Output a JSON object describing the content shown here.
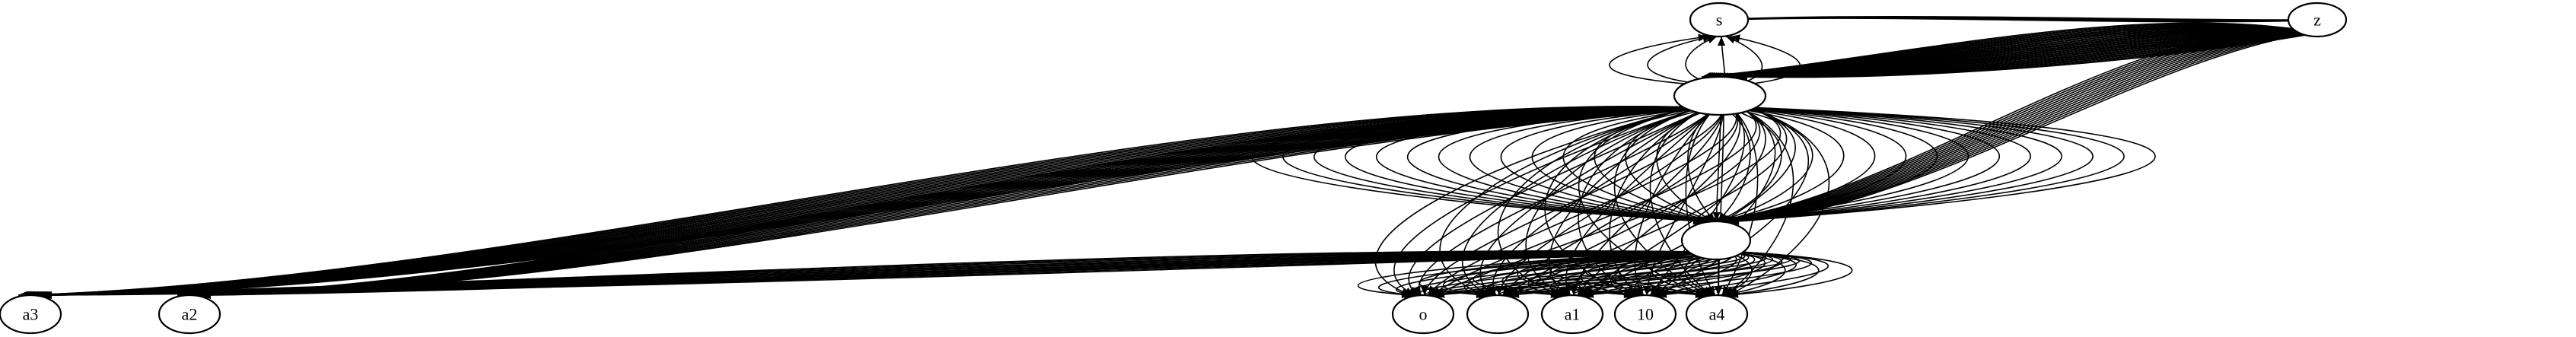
{
  "diagram": {
    "kind": "directed-graph",
    "nodes": [
      {
        "id": "s",
        "label": "s"
      },
      {
        "id": "z",
        "label": "z"
      },
      {
        "id": "hub1",
        "label": ""
      },
      {
        "id": "hub2",
        "label": ""
      },
      {
        "id": "a3",
        "label": "a3"
      },
      {
        "id": "a2",
        "label": "a2"
      },
      {
        "id": "o",
        "label": "o"
      },
      {
        "id": "blank",
        "label": ""
      },
      {
        "id": "a1",
        "label": "a1"
      },
      {
        "id": "10",
        "label": "10"
      },
      {
        "id": "a4",
        "label": "a4"
      }
    ],
    "edge_groups": [
      {
        "from": "z",
        "to": "s",
        "count": 4
      },
      {
        "from": "z",
        "to": "hub1",
        "count": 30
      },
      {
        "from": "hub1",
        "to": "s",
        "count": 6
      },
      {
        "from": "hub1",
        "to": "a3",
        "count": 20
      },
      {
        "from": "hub1",
        "to": "a2",
        "count": 14
      },
      {
        "from": "hub1",
        "to": "hub2",
        "count": 30
      },
      {
        "from": "z",
        "to": "hub2",
        "count": 14
      },
      {
        "from": "hub2",
        "to": "a3",
        "count": 12
      },
      {
        "from": "hub2",
        "to": "a2",
        "count": 2
      },
      {
        "from": "hub2",
        "to": "o",
        "count": 10
      },
      {
        "from": "hub2",
        "to": "blank",
        "count": 10
      },
      {
        "from": "hub2",
        "to": "a1",
        "count": 10
      },
      {
        "from": "hub2",
        "to": "10",
        "count": 10
      },
      {
        "from": "hub2",
        "to": "a4",
        "count": 10
      },
      {
        "from": "hub1",
        "to": "o",
        "count": 8
      },
      {
        "from": "hub1",
        "to": "blank",
        "count": 8
      },
      {
        "from": "hub1",
        "to": "a1",
        "count": 8
      },
      {
        "from": "hub1",
        "to": "10",
        "count": 8
      },
      {
        "from": "hub1",
        "to": "a4",
        "count": 8
      }
    ]
  }
}
